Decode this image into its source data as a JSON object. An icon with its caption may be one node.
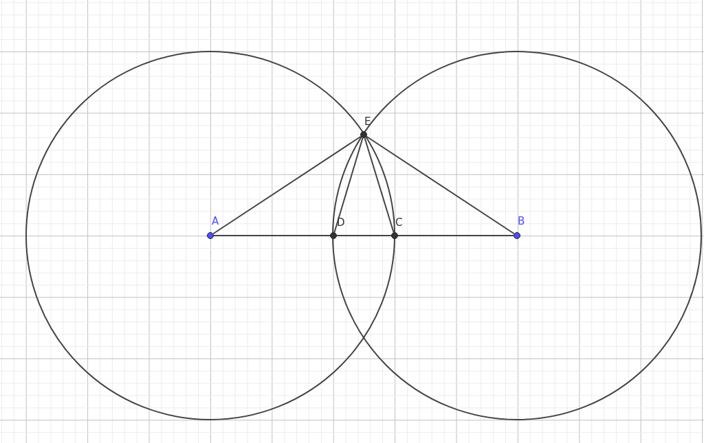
{
  "diagram": {
    "nodes": [
      {
        "text": [
          "E"
        ]
      },
      {
        "text": [
          "A"
        ]
      },
      {
        "text": [
          "D"
        ]
      },
      {
        "text": [
          "C"
        ]
      },
      {
        "text": [
          "B"
        ]
      }
    ],
    "edges": [
      {
        "from": 0,
        "to": 1,
        "arrow": "none"
      },
      {
        "from": 0,
        "to": 4,
        "arrow": "none"
      },
      {
        "from": 0,
        "to": 2,
        "arrow": "none"
      },
      {
        "from": 0,
        "to": 3,
        "arrow": "none"
      },
      {
        "from": 1,
        "to": 2,
        "arrow": "none"
      },
      {
        "from": 2,
        "to": 3,
        "arrow": "none"
      },
      {
        "from": 3,
        "to": 4,
        "arrow": "none"
      }
    ]
  }
}
